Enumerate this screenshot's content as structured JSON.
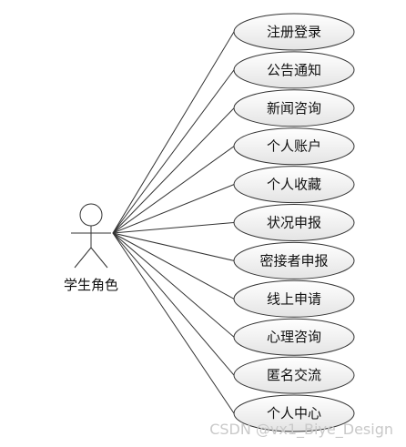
{
  "actor": {
    "name": "学生角色"
  },
  "use_cases": [
    {
      "label": "注册登录"
    },
    {
      "label": "公告通知"
    },
    {
      "label": "新闻咨询"
    },
    {
      "label": "个人账户"
    },
    {
      "label": "个人收藏"
    },
    {
      "label": "状况申报"
    },
    {
      "label": "密接者申报"
    },
    {
      "label": "线上申请"
    },
    {
      "label": "心理咨询"
    },
    {
      "label": "匿名交流"
    },
    {
      "label": "个人中心"
    }
  ],
  "watermark": "CSDN @vx1_Biye_Design",
  "colors": {
    "ellipse_fill_top": "#ffffff",
    "ellipse_fill_bottom": "#e4e4e4",
    "stroke": "#333333"
  }
}
